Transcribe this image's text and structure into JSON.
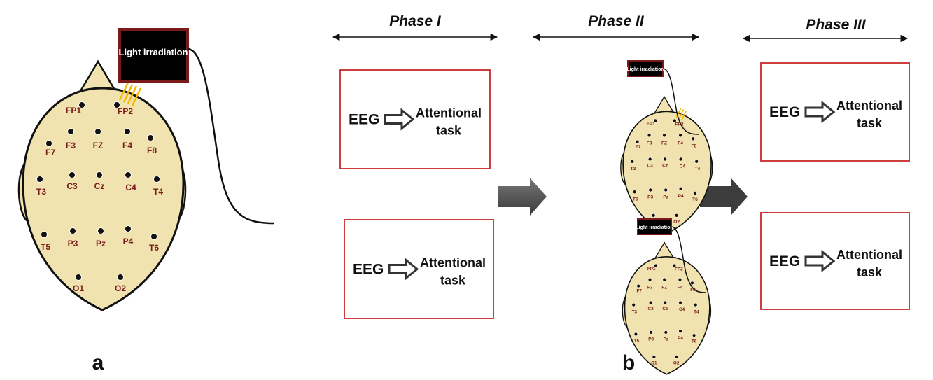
{
  "device_label": "Light irradiation",
  "electrodes": [
    "FP1",
    "FP2",
    "F7",
    "F3",
    "FZ",
    "F4",
    "F8",
    "T3",
    "C3",
    "Cz",
    "C4",
    "T4",
    "T5",
    "P3",
    "Pz",
    "P4",
    "T6",
    "O1",
    "O2"
  ],
  "phases": [
    {
      "title": "Phase I"
    },
    {
      "title": "Phase II"
    },
    {
      "title": "Phase III"
    }
  ],
  "box": {
    "eeg": "EEG",
    "task_line1": "Attentional",
    "task_line2": "task"
  },
  "panels": {
    "a": "a",
    "b": "b"
  },
  "colors": {
    "head_fill": "#f0e3b0",
    "box_border": "#c8282a",
    "device_bg": "#000000",
    "device_border": "#7a1a1a",
    "arrow_fill": "#555555",
    "electrode_label": "#7a1a1a"
  }
}
